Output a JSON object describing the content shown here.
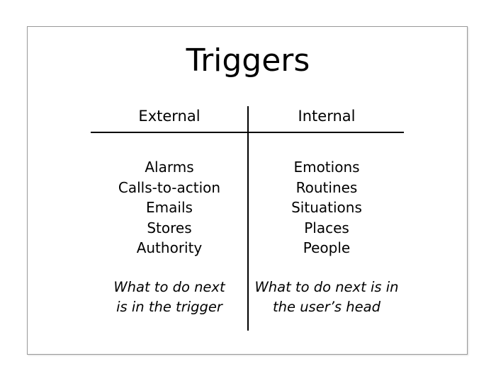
{
  "slide": {
    "title": "Triggers",
    "columns": [
      {
        "header": "External",
        "items": [
          "Alarms",
          "Calls-to-action",
          "Emails",
          "Stores",
          "Authority"
        ],
        "note_lines": [
          "What to do next",
          "is in the trigger"
        ]
      },
      {
        "header": "Internal",
        "items": [
          "Emotions",
          "Routines",
          "Situations",
          "Places",
          "People"
        ],
        "note_lines": [
          "What to do next is in",
          "the user’s head"
        ]
      }
    ]
  }
}
